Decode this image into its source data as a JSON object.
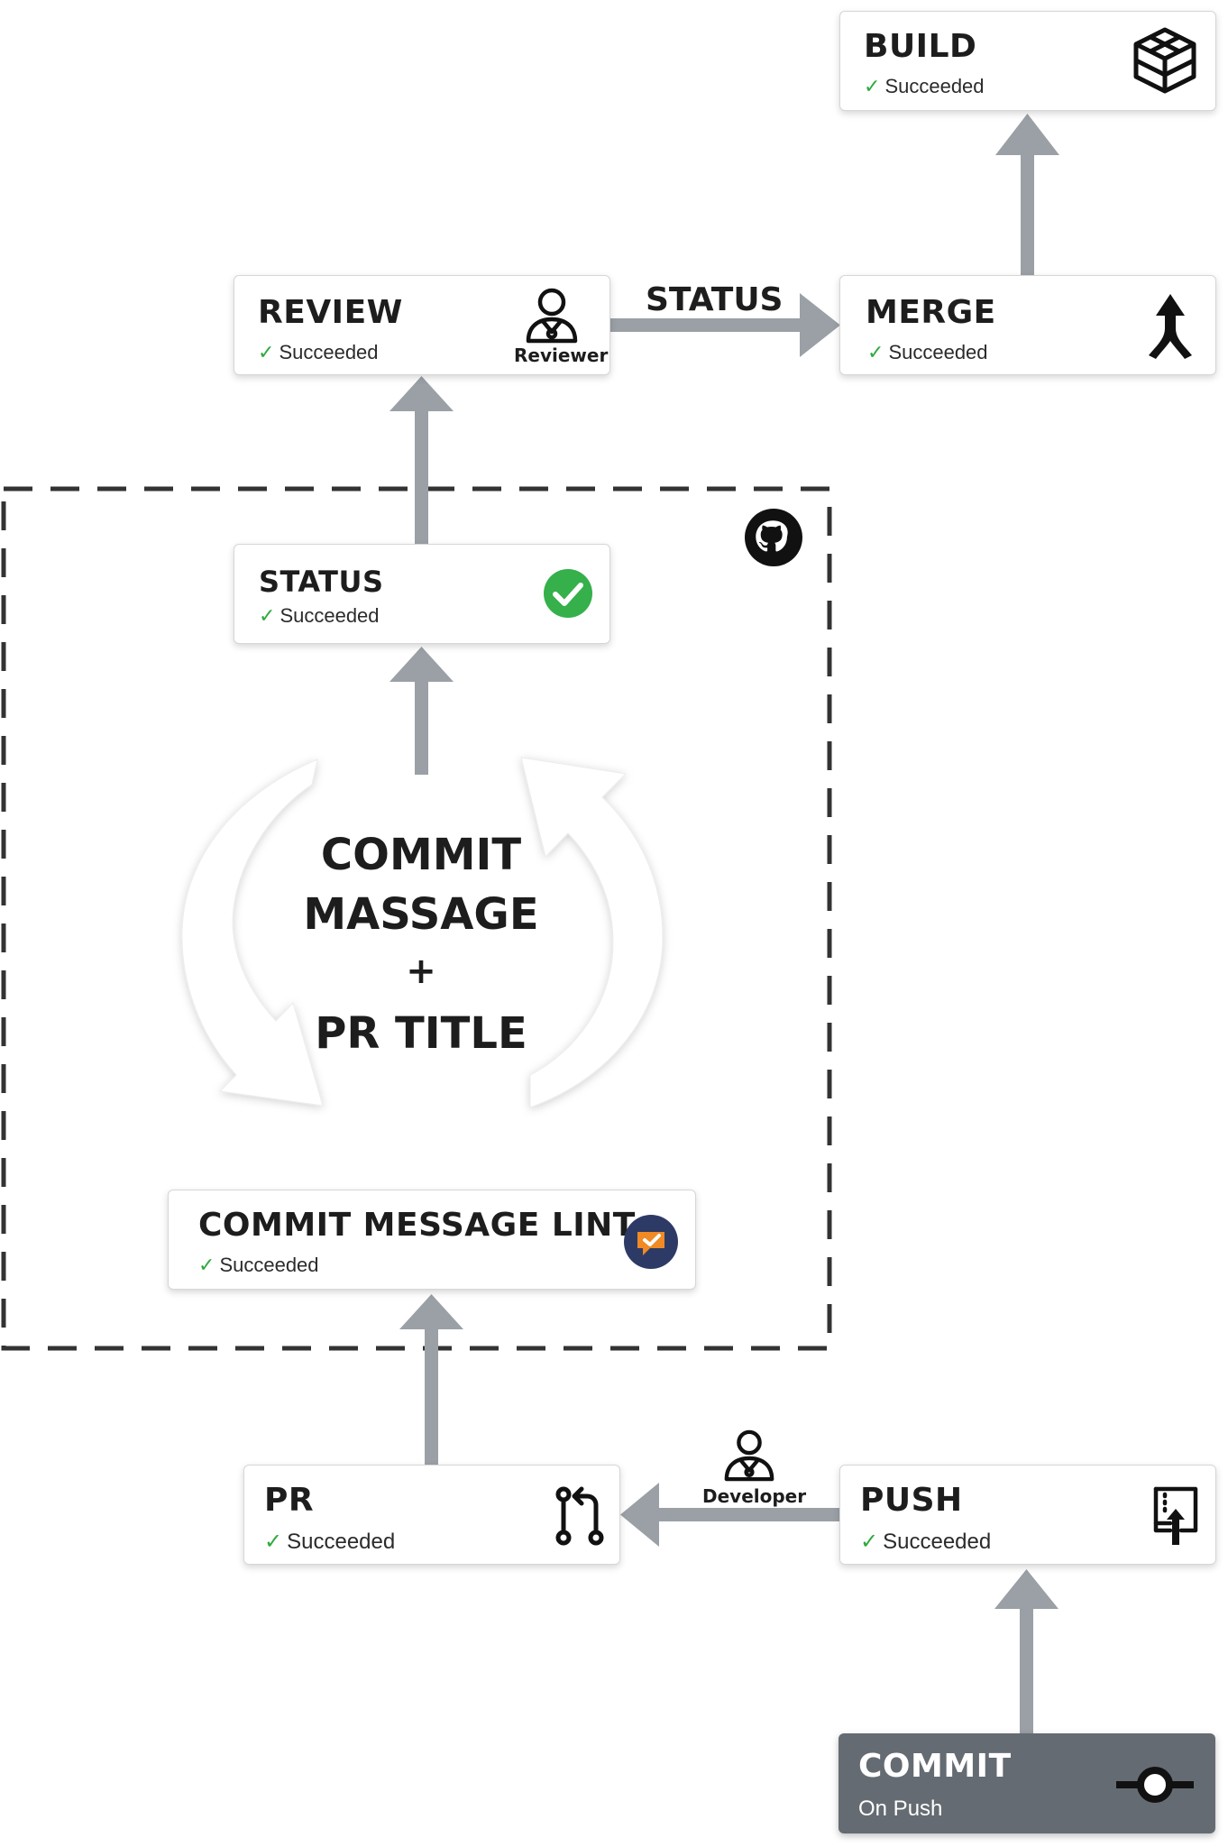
{
  "nodes": {
    "build": {
      "title": "BUILD",
      "status": "Succeeded"
    },
    "review": {
      "title": "REVIEW",
      "status": "Succeeded",
      "icon_caption": "Reviewer"
    },
    "merge": {
      "title": "MERGE",
      "status": "Succeeded"
    },
    "status": {
      "title": "STATUS",
      "status": "Succeeded"
    },
    "lint": {
      "title": "COMMIT MESSAGE LINT",
      "status": "Succeeded"
    },
    "pr": {
      "title": "PR",
      "status": "Succeeded"
    },
    "push": {
      "title": "PUSH",
      "status": "Succeeded"
    },
    "commit": {
      "title": "COMMIT",
      "status": "On Push"
    }
  },
  "edges": {
    "review_to_merge_label": "STATUS",
    "push_to_pr_caption": "Developer"
  },
  "cycle": {
    "line1": "COMMIT",
    "line2": "MASSAGE",
    "line3": "+",
    "line4": "PR TITLE"
  },
  "icons": {
    "build": "cube-icon",
    "review": "reviewer-person-icon",
    "merge": "merge-icon",
    "status": "check-circle-icon",
    "lint": "commit-lint-icon",
    "pr": "pull-request-icon",
    "push": "push-icon",
    "commit": "commit-node-icon",
    "developer": "developer-person-icon",
    "github": "github-icon"
  },
  "colors": {
    "arrow": "#9aa0a6",
    "check": "#2faa3d",
    "status_circle": "#35b04b",
    "commit_box": "#656b72",
    "lint_icon_bg": "#2e3a66",
    "lint_icon_fg": "#f08a24"
  }
}
